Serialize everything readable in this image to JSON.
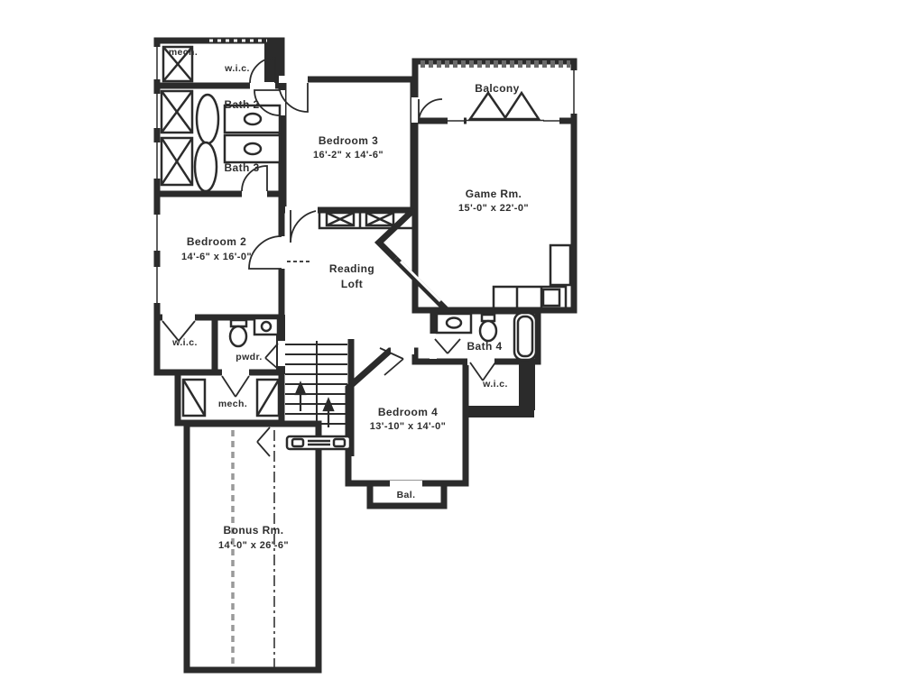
{
  "colors": {
    "ink": "#2b2b2b",
    "paper": "#ffffff",
    "dash": "#999999"
  },
  "rooms": {
    "mech_top": {
      "label": "mech."
    },
    "wic_top": {
      "label": "w.i.c."
    },
    "bath2": {
      "label": "Bath 2"
    },
    "bath3": {
      "label": "Bath 3"
    },
    "bedroom3": {
      "label": "Bedroom 3",
      "dims": "16'-2\" x 14'-6\""
    },
    "balcony": {
      "label": "Balcony"
    },
    "game": {
      "label": "Game Rm.",
      "dims": "15'-0\" x 22'-0\""
    },
    "bedroom2": {
      "label": "Bedroom 2",
      "dims": "14'-6\" x 16'-0\""
    },
    "loft": {
      "label": "Reading",
      "label2": "Loft"
    },
    "wic_left": {
      "label": "w.i.c."
    },
    "pwdr": {
      "label": "pwdr."
    },
    "mech_bottom": {
      "label": "mech."
    },
    "bath4": {
      "label": "Bath 4"
    },
    "wic_right": {
      "label": "w.i.c."
    },
    "bedroom4": {
      "label": "Bedroom 4",
      "dims": "13'-10\" x 14'-0\""
    },
    "bal": {
      "label": "Bal."
    },
    "bonus": {
      "label": "Bonus Rm.",
      "dims": "14'-0\" x 26'-6\""
    }
  }
}
